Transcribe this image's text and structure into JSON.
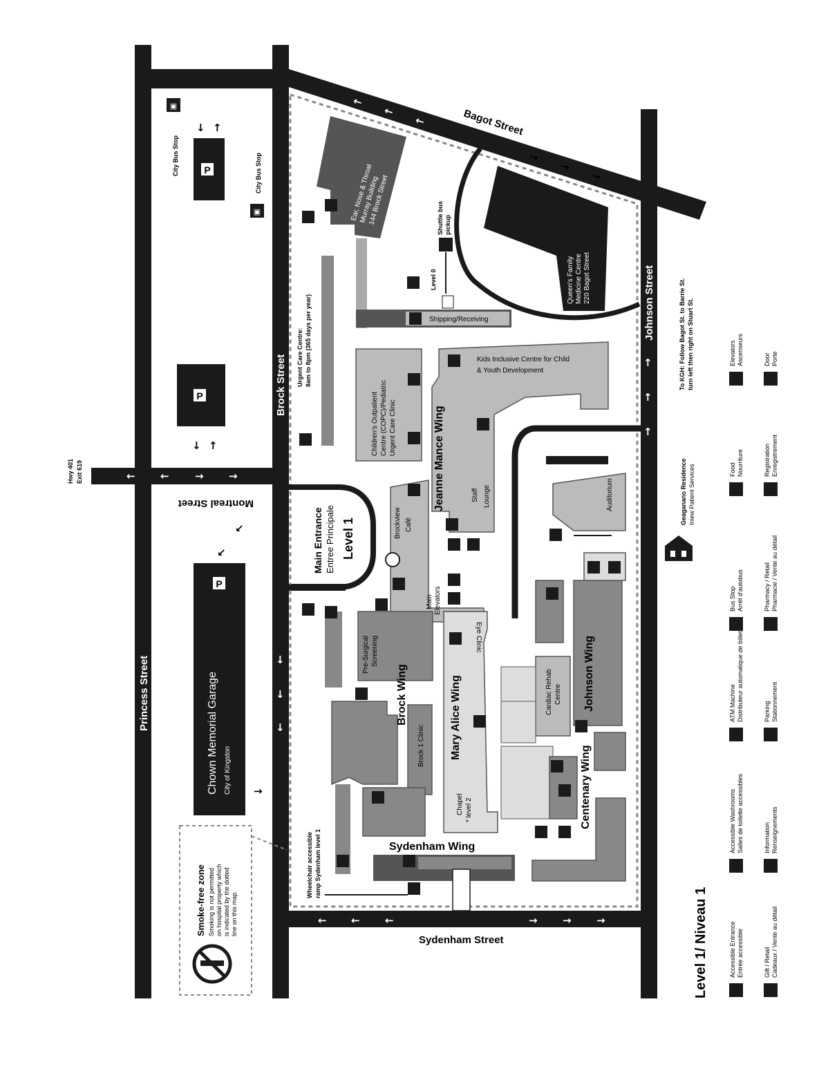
{
  "streets": {
    "princess": "Princess Street",
    "brock": "Brock Street",
    "bagot": "Bagot Street",
    "johnson": "Johnson Street",
    "sydenham": "Sydenham Street",
    "montreal": "Montreal Street",
    "hwy": "Hwy 401",
    "exit": "Exit 619"
  },
  "parking": {
    "garage_name": "Chown Memorial Garage",
    "garage_owner": "City of Kingston",
    "p_symbol": "P"
  },
  "bus": {
    "city_bus_stop": "City Bus Stop",
    "shuttle_line1": "Shuttle bus",
    "shuttle_line2": "pickup"
  },
  "smoke_free": {
    "title": "Smoke-free zone",
    "line1": "Smoking is not permitted",
    "line2": "on hospital property which",
    "line3": "is indicated by the dotted",
    "line4": "line on this map."
  },
  "buildings": {
    "ent_line1": "Ear, Nose & Throat",
    "ent_line2": "Murray Building",
    "ent_line3": "144 Brock Street",
    "qfmc_line1": "Queen's Family",
    "qfmc_line2": "Medicine Centre",
    "qfmc_line3": "220 Bagot Street",
    "urgent_line1": "Urgent Care Centre:",
    "urgent_line2": "8am to 8pm (365 days per year)",
    "level0": "Level 0",
    "shipping": "Shipping/Receiving",
    "copc_line1": "Children's Outpatient",
    "copc_line2": "Centre (COPC)/Pediatric",
    "copc_line3": "Urgent Care Clinic",
    "kids_line1": "Kids Inclusive Centre for Child",
    "kids_line2": "& Youth Development",
    "jeanne_mance": "Jeanne Mance Wing",
    "staff_line1": "Staff",
    "staff_line2": "Lounge",
    "auditorium": "Auditorium",
    "geaganano_line1": "Geaganano Residence",
    "geaganano_line2": "Iniew Patient Services",
    "main_ent_line1": "Main Entrance",
    "main_ent_line2": "Entree Principale",
    "main_ent_line3": "Level 1",
    "brockview_line1": "Brockview",
    "brockview_line2": "Café",
    "main_elev_line1": "Main",
    "main_elev_line2": "Elevators",
    "eye_clinic": "Eye Clinic",
    "presurg_line1": "Pre-Surgical",
    "presurg_line2": "Screening",
    "brock_wing": "Brock Wing",
    "brock1": "Brock 1 Clinic",
    "mary_alice": "Mary Alice Wing",
    "chapel_line1": "Chapel",
    "chapel_line2": "* level 2",
    "cardiac_line1": "Cardiac Rehab",
    "cardiac_line2": "Centre",
    "johnson_wing": "Johnson Wing",
    "centenary": "Centenary Wing",
    "sydenham_wing": "Sydenham Wing",
    "ramp_line1": "Wheelchair accessible",
    "ramp_line2": "ramp Sydenham level 1"
  },
  "directions": {
    "line1": "To KGH: Follow Bagot St. to Barrie St.",
    "line2": "turn left then right on Stuart St."
  },
  "legend": {
    "title": "Level 1/ Niveau 1",
    "items": [
      {
        "icon": "wheelchair-icon",
        "en": "Accessible Entrance",
        "fr": "Entrée accessible"
      },
      {
        "icon": "gift-icon",
        "en": "Gift / Retail",
        "fr": "Cadeaux / Vente au détail"
      },
      {
        "icon": "accessible-washroom-icon",
        "en": "Accessible Washrooms",
        "fr": "Salles de toilette accessibles"
      },
      {
        "icon": "information-icon",
        "en": "Information",
        "fr": "Renseignements"
      },
      {
        "icon": "atm-icon",
        "en": "ATM Machine",
        "fr": "Distributeur automatique de billets"
      },
      {
        "icon": "parking-icon",
        "en": "Parking",
        "fr": "Stationnement"
      },
      {
        "icon": "bus-icon",
        "en": "Bus Stop",
        "fr": "Arrêt d'autobus"
      },
      {
        "icon": "pharmacy-icon",
        "en": "Pharmacy / Retail",
        "fr": "Pharmacie / Vente au détail"
      },
      {
        "icon": "food-icon",
        "en": "Food",
        "fr": "Nourriture"
      },
      {
        "icon": "registration-icon",
        "en": "Registration",
        "fr": "Enregistrement"
      },
      {
        "icon": "elevator-icon",
        "en": "Elevators",
        "fr": "Ascenseurs"
      },
      {
        "icon": "door-icon",
        "en": "Door",
        "fr": "Porte"
      }
    ]
  }
}
